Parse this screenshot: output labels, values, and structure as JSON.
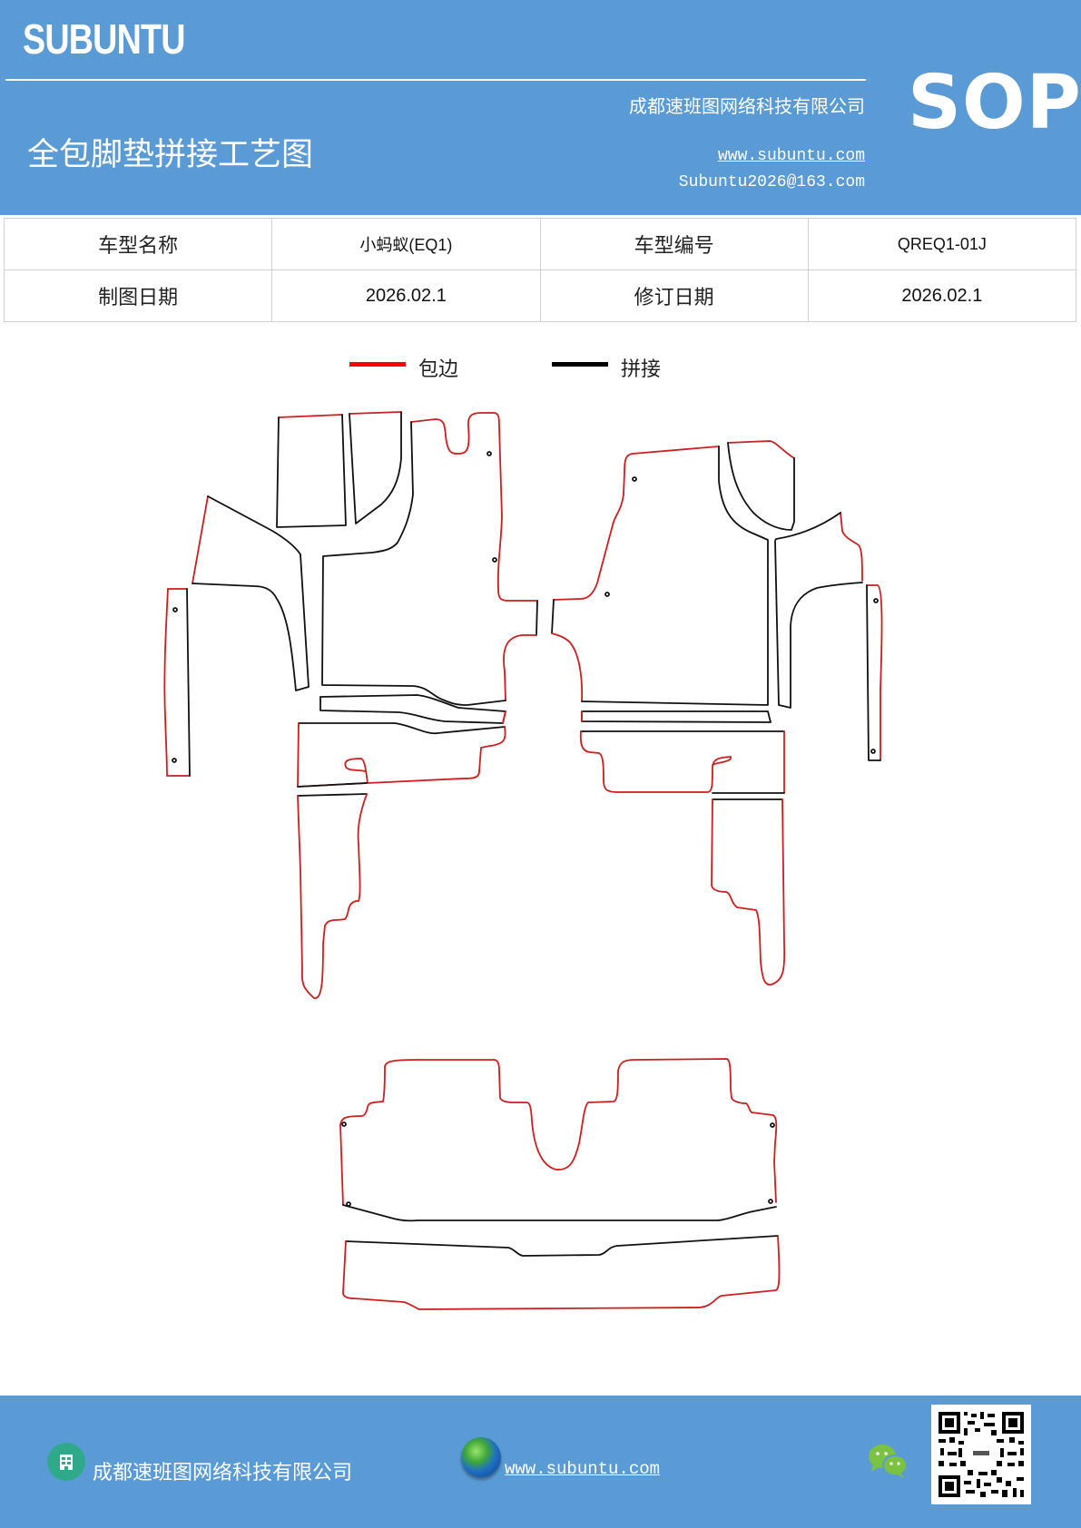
{
  "header": {
    "brand": "SUBUNTU",
    "title": "全包脚垫拼接工艺图",
    "company": "成都速班图网络科技有限公司",
    "website": "www.subuntu.com",
    "email": "Subuntu2026@163.com",
    "badge": "SOP",
    "background_color": "#5b9bd5"
  },
  "info_table": {
    "rows": [
      [
        {
          "label": "车型名称",
          "value": "小蚂蚁(EQ1)"
        },
        {
          "label": "车型编号",
          "value": "QREQ1-01J"
        }
      ],
      [
        {
          "label": "制图日期",
          "value": "2026.02.1"
        },
        {
          "label": "修订日期",
          "value": "2026.02.1"
        }
      ]
    ]
  },
  "legend": {
    "items": [
      {
        "label": "包边",
        "color": "#ff0000"
      },
      {
        "label": "拼接",
        "color": "#000000"
      }
    ]
  },
  "drawing": {
    "edge_color": "#cc1f1f",
    "seam_color": "#111111",
    "pieces": [
      "left-side-strip",
      "left-front-panel-a",
      "left-front-panel-b",
      "left-wing-panel",
      "left-main-mat",
      "left-sill-strip",
      "left-lower-panel",
      "left-door-mat",
      "right-main-mat",
      "right-corner-panel",
      "right-wing-panel",
      "right-side-strip",
      "right-sill-strip",
      "right-lower-panel",
      "right-door-mat",
      "rear-mat-upper",
      "rear-mat-lower"
    ]
  },
  "footer": {
    "company": "成都速班图网络科技有限公司",
    "website": "www.subuntu.com",
    "icons": [
      "building-icon",
      "globe-icon",
      "wechat-icon",
      "qr-code"
    ]
  }
}
